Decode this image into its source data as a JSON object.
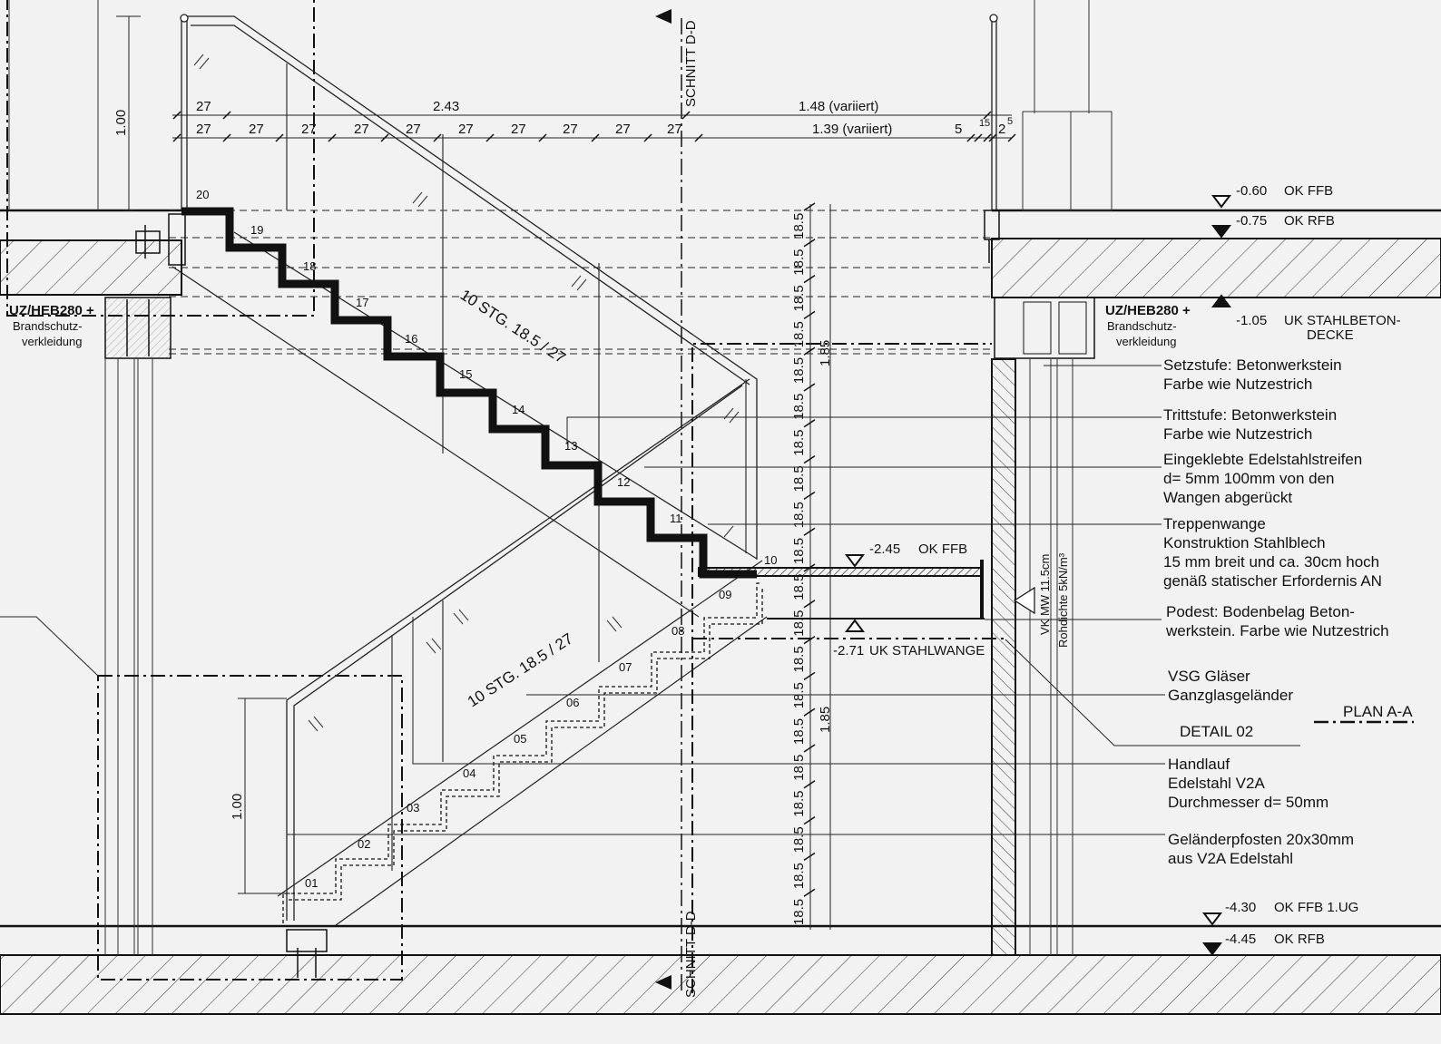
{
  "section_marks": {
    "top": "SCHNITT D-D",
    "bottom": "SCHNITT D-D"
  },
  "dims_top": {
    "row1": [
      "27",
      "2.43",
      "1.48 (variiert)"
    ],
    "row2_treads": [
      "27",
      "27",
      "27",
      "27",
      "27",
      "27",
      "27",
      "27",
      "27",
      "27"
    ],
    "row2_right": [
      "1.39 (variiert)",
      "5",
      "1",
      "5",
      "2",
      "5"
    ]
  },
  "dims_vertical": {
    "rail_height_top": "1.00",
    "rail_height_bottom": "1.00",
    "risers": [
      "18.5",
      "18.5",
      "18.5",
      "18.5",
      "18.5",
      "18.5",
      "18.5",
      "18.5",
      "18.5",
      "18.5",
      "18.5",
      "18.5",
      "18.5",
      "18.5",
      "18.5",
      "18.5",
      "18.5",
      "18.5",
      "18.5",
      "18.5"
    ],
    "flight_upper": "1.85",
    "flight_lower": "1.85"
  },
  "step_numbers": [
    "01",
    "02",
    "03",
    "04",
    "05",
    "06",
    "07",
    "08",
    "09",
    "10",
    "11",
    "12",
    "13",
    "14",
    "15",
    "16",
    "17",
    "18",
    "19",
    "20"
  ],
  "flight_labels": {
    "upper": "10 STG. 18.5 / 27",
    "lower": "10 STG. 18.5 / 27"
  },
  "beam_labels": {
    "left": [
      "UZ/HEB280 +",
      "Brandschutz-",
      "verkleidung"
    ],
    "right": [
      "UZ/HEB280 +",
      "Brandschutz-",
      "verkleidung"
    ]
  },
  "levels": [
    {
      "value": "-0.60",
      "label": "OK FFB"
    },
    {
      "value": "-0.75",
      "label": "OK RFB"
    },
    {
      "value": "-1.05",
      "label": "UK STAHLBETON-",
      "label2": "DECKE"
    },
    {
      "value": "-2.45",
      "label": "OK FFB"
    },
    {
      "value": "-2.71",
      "label": "UK STAHLWANGE"
    },
    {
      "value": "-4.30",
      "label": "OK FFB 1.UG"
    },
    {
      "value": "-4.45",
      "label": "OK RFB"
    }
  ],
  "wall_labels": [
    "VK MW 11.5cm",
    "Rohdichte 5kN/m³"
  ],
  "annotations": [
    {
      "lines": [
        "Setzstufe: Betonwerkstein",
        "Farbe wie Nutzestrich"
      ]
    },
    {
      "lines": [
        "Trittstufe: Betonwerkstein",
        "Farbe wie Nutzestrich"
      ]
    },
    {
      "lines": [
        "Eingeklebte Edelstahlstreifen",
        "d= 5mm 100mm von den",
        "Wangen abgerückt"
      ]
    },
    {
      "lines": [
        "Treppenwange",
        "Konstruktion Stahlblech",
        "15 mm breit und ca. 30cm hoch",
        "genäß statischer Erfordernis AN"
      ]
    },
    {
      "lines": [
        "Podest: Bodenbelag Beton-",
        "werkstein. Farbe wie Nutzestrich"
      ]
    },
    {
      "lines": [
        "VSG Gläser",
        "Ganzglasgeländer"
      ]
    },
    {
      "lines": [
        "Handlauf",
        "Edelstahl V2A",
        "Durchmesser d= 50mm"
      ]
    },
    {
      "lines": [
        "Geländerpfosten 20x30mm",
        "aus V2A Edelstahl"
      ]
    }
  ],
  "detail_label": "DETAIL 02",
  "plan_label": "PLAN A-A"
}
